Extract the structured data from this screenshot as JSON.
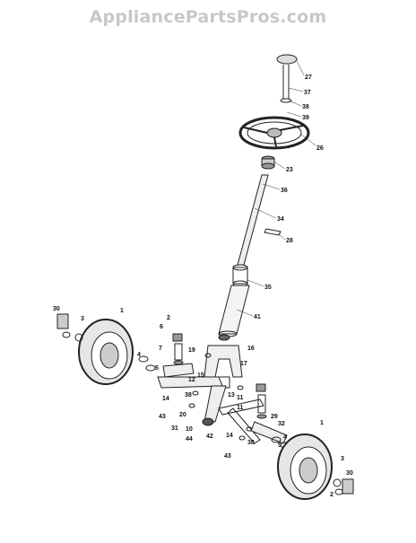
{
  "watermark": "AppliancePartsPros.com",
  "callouts": [
    "27",
    "37",
    "38",
    "39",
    "26",
    "23",
    "36",
    "34",
    "28",
    "35",
    "41",
    "16",
    "17",
    "19",
    "2",
    "7",
    "6",
    "29",
    "32",
    "1",
    "3",
    "30",
    "4",
    "5",
    "12",
    "15",
    "13",
    "11",
    "14",
    "38",
    "43",
    "20",
    "31",
    "10",
    "44",
    "42",
    "3",
    "30",
    "2",
    "1",
    "4",
    "5",
    "11",
    "14",
    "38",
    "43"
  ]
}
